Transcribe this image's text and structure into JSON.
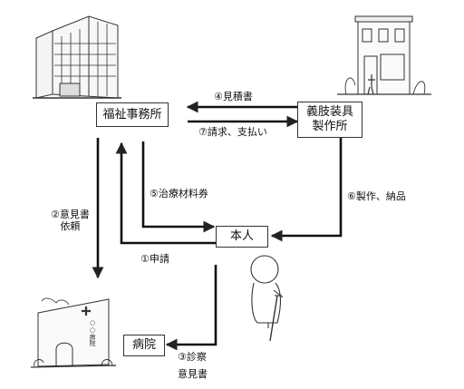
{
  "nodes": {
    "welfare_office": "福祉事務所",
    "maker_line1": "義肢装具",
    "maker_line2": "製作所",
    "person": "本人",
    "hospital": "病院"
  },
  "labels": {
    "estimate": "④見積書",
    "billing": "⑦請求、支払い",
    "treatment_voucher": "⑤治療材料券",
    "opinion_request_line1": "②意見書",
    "opinion_request_line2": "依頼",
    "production": "⑥製作、納品",
    "application": "①申請",
    "exam_line1": "③診察",
    "exam_line2": "意見書"
  },
  "hospital_sign": "○○病院"
}
